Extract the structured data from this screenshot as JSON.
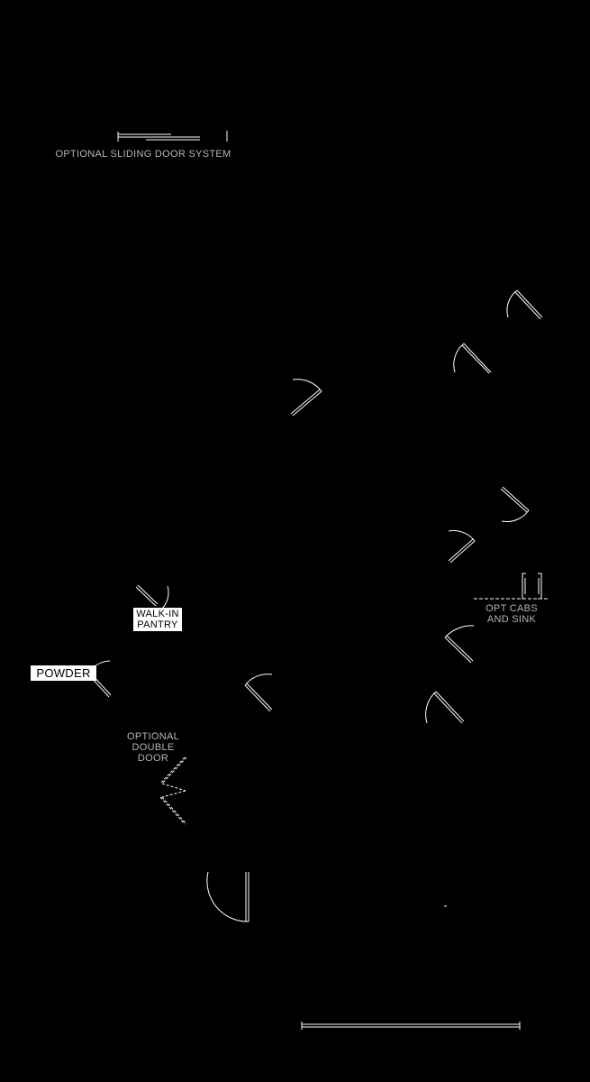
{
  "plan": {
    "background": "#000000",
    "line_color": "#ffffff",
    "labels": {
      "sliding_door": "OPTIONAL SLIDING DOOR SYSTEM",
      "walk_in_pantry_1": "WALK-IN",
      "walk_in_pantry_2": "PANTRY",
      "powder": "POWDER",
      "optional_double_door_1": "OPTIONAL",
      "optional_double_door_2": "DOUBLE",
      "optional_double_door_3": "DOOR",
      "opt_cabs_1": "OPT CABS",
      "opt_cabs_2": "AND SINK"
    }
  }
}
